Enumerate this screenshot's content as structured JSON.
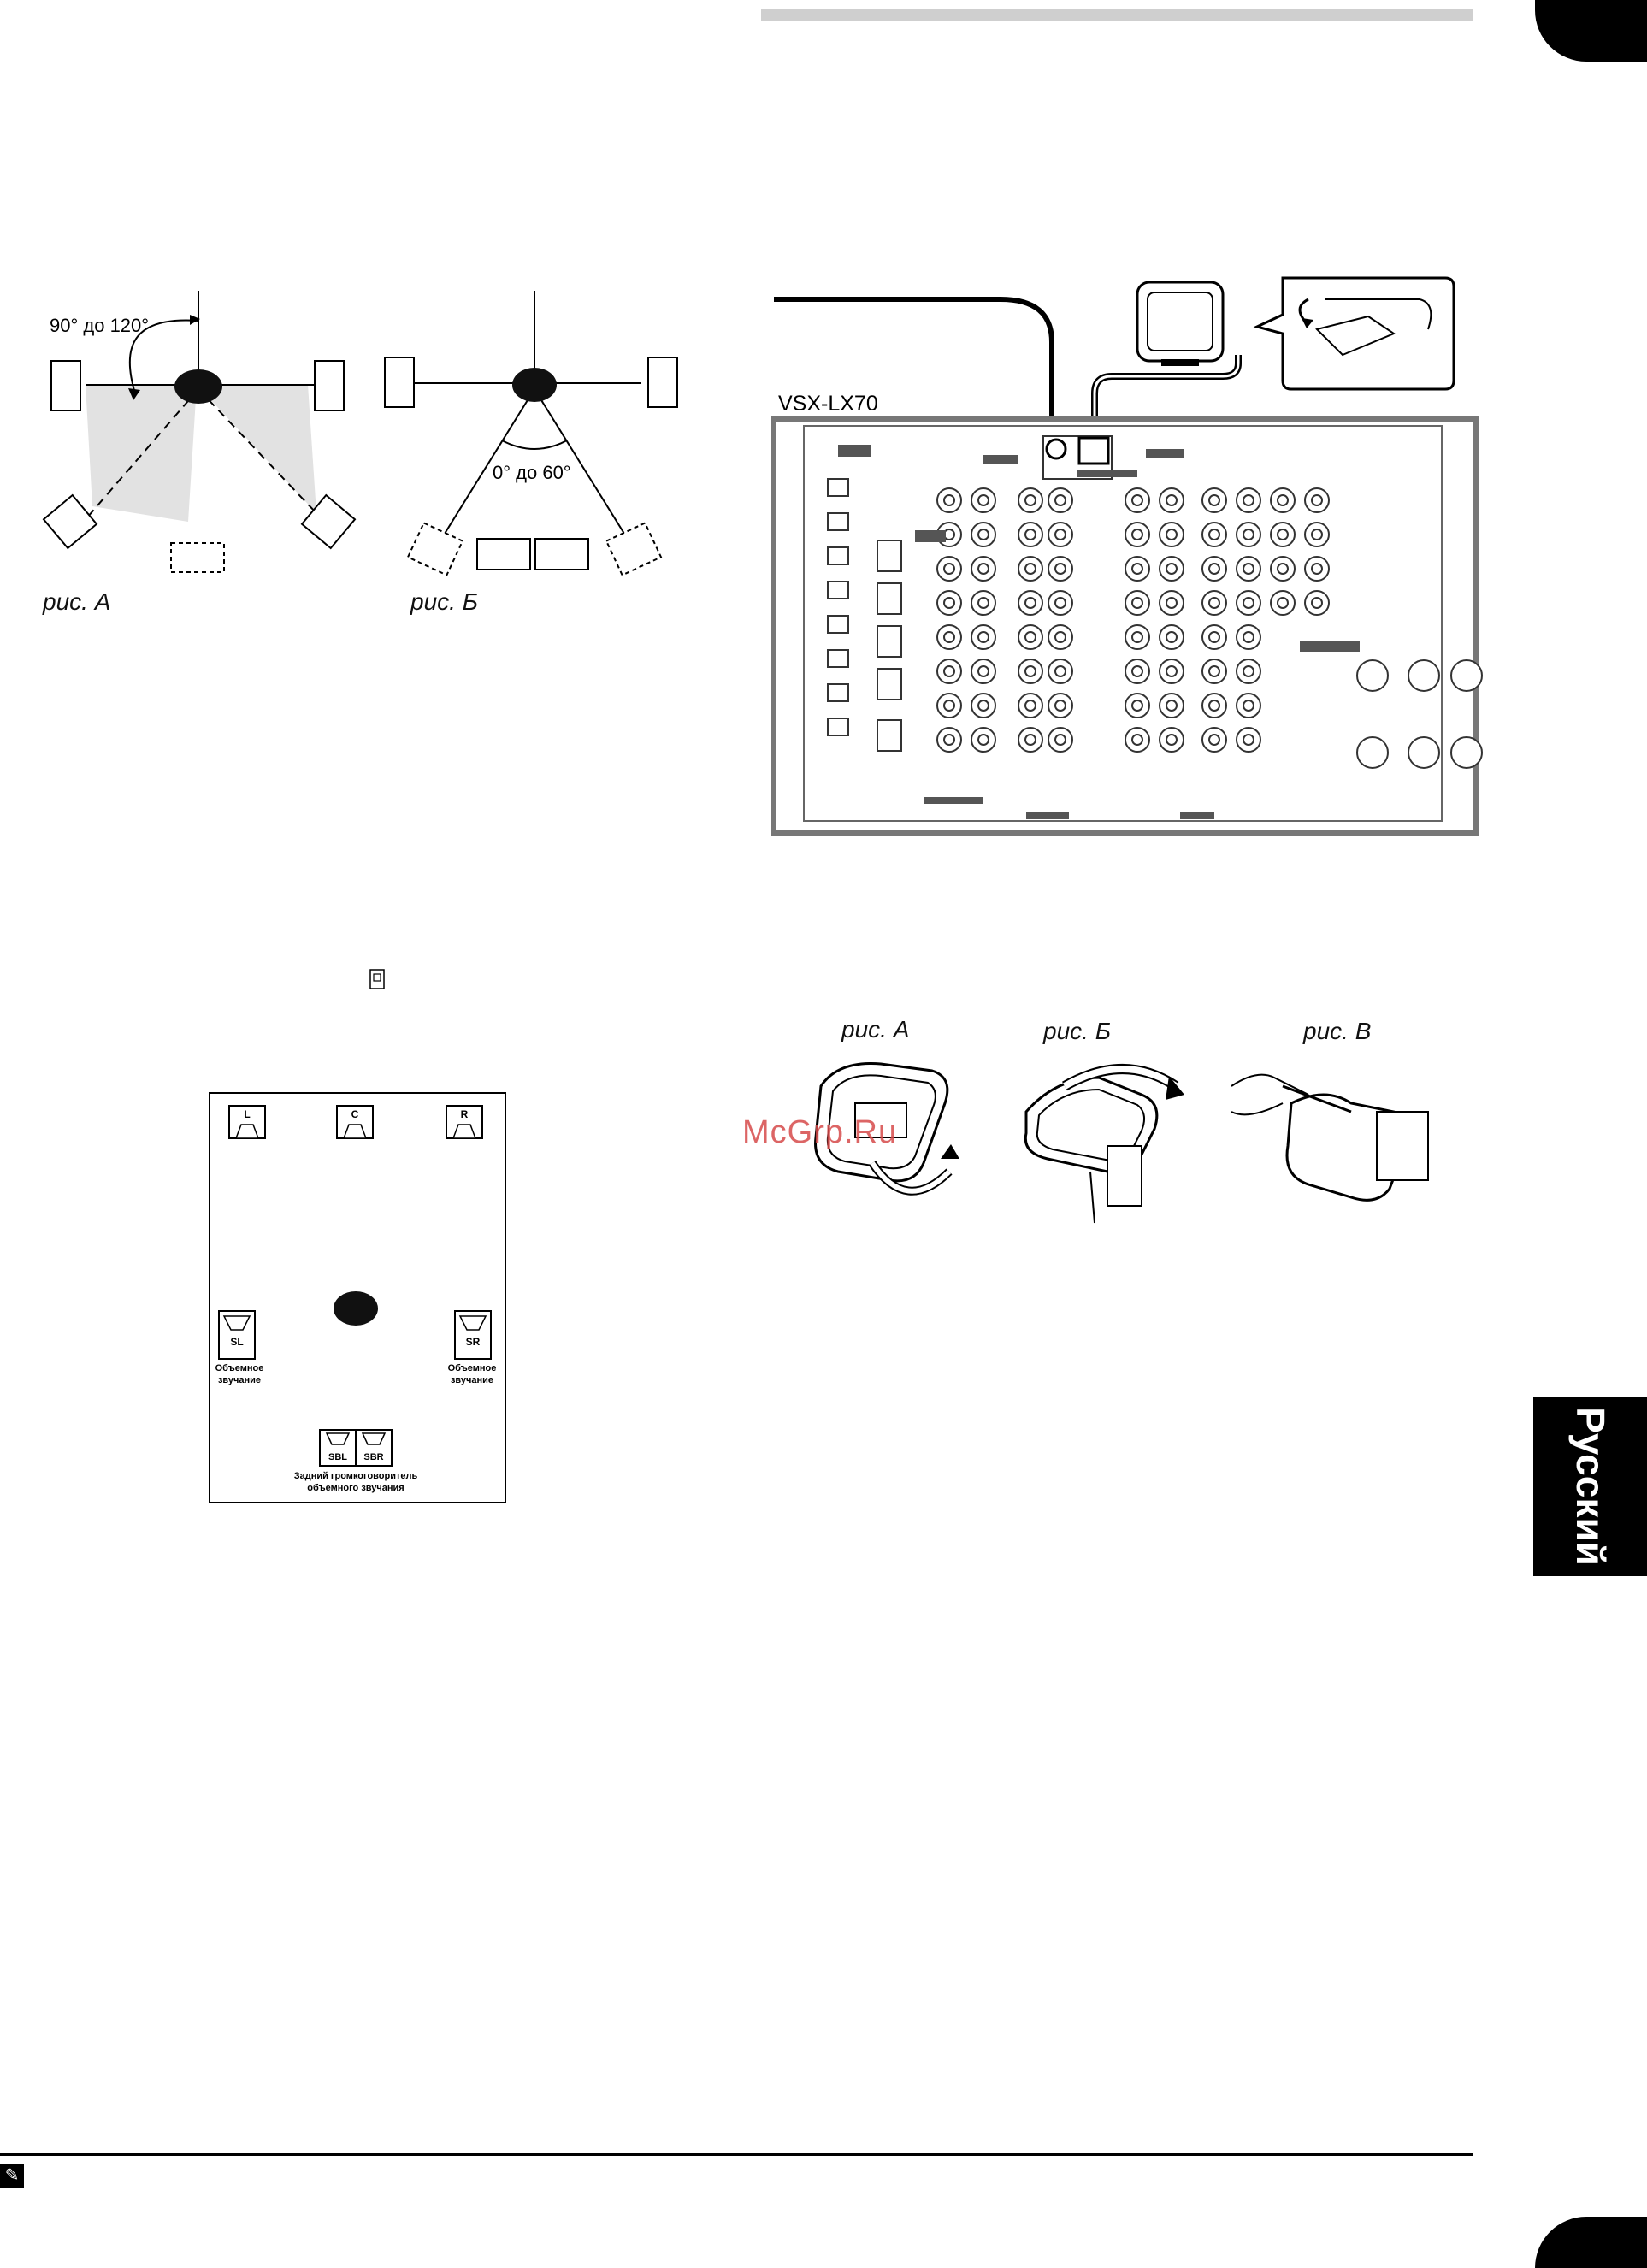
{
  "angles": {
    "fig_a_angle": "90° до 120°",
    "fig_b_angle": "0° до 60°"
  },
  "captions": {
    "fig_a": "рис. А",
    "fig_b": "рис. Б",
    "antenna_fig_a": "рис. А",
    "antenna_fig_b": "рис. Б",
    "antenna_fig_c": "рис. В"
  },
  "receiver": {
    "model": "VSX-LX70"
  },
  "layout_diagram": {
    "front_left": "L",
    "center": "C",
    "front_right": "R",
    "surround_left": "SL",
    "surround_right": "SR",
    "surround_left_label_1": "Объемное",
    "surround_left_label_2": "звучание",
    "surround_right_label_1": "Объемное",
    "surround_right_label_2": "звучание",
    "back_left": "SBL",
    "back_right": "SBR",
    "back_label_1": "Задний громкоговоритель",
    "back_label_2": "объемного звучания"
  },
  "language_tab": "Русский",
  "watermark": "McGrp.Ru",
  "colors": {
    "tab_bg": "#000000",
    "rule": "#cfcfcf",
    "shade": "#e2e2e2",
    "watermark": "#d64b4b"
  }
}
